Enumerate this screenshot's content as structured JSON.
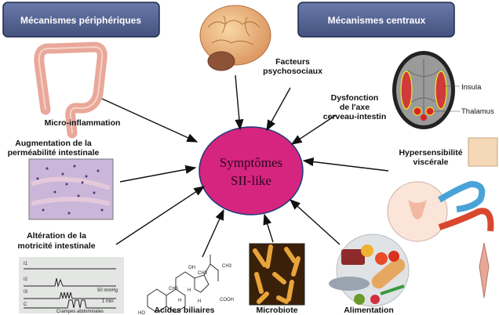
{
  "headers": {
    "peripheral": "Mécanismes périphériques",
    "central": "Mécanismes centraux"
  },
  "center": {
    "line1": "Symptômes",
    "line2": "SII-like",
    "color": "#d6257e"
  },
  "peripheral_factors": {
    "micro_inflammation": "Micro-inflammation",
    "permeability": [
      "Augmentation de la",
      "perméabilité intestinale"
    ],
    "motility": [
      "Altération de la",
      "motricité intestinale"
    ]
  },
  "central_factors": {
    "psychosocial": [
      "Facteurs",
      "psychosociaux"
    ],
    "gut_brain_axis": [
      "Dysfonction",
      "de l'axe",
      "cerveau-intestin"
    ],
    "visceral": [
      "Hypersensibilité",
      "viscérale"
    ],
    "mri_labels": [
      "Insula",
      "Thalamus"
    ]
  },
  "bottom_factors": {
    "bile_acids": "Acides biliaires",
    "microbiota": "Microbiote",
    "diet": "Alimentation"
  },
  "motility_chart": {
    "trace_labels": [
      "I1",
      "I2",
      "I3",
      "C"
    ],
    "scale_label": "50 mmHg",
    "time_label": "1 min",
    "footer": "Crampes abdominales"
  },
  "chem_labels": [
    "OH",
    "CH3",
    "CH3",
    "CH3",
    "H",
    "H",
    "H",
    "HO",
    "COOH"
  ],
  "colors": {
    "header_fill": "#4f5f8f",
    "header_border": "#1f2a4a"
  }
}
